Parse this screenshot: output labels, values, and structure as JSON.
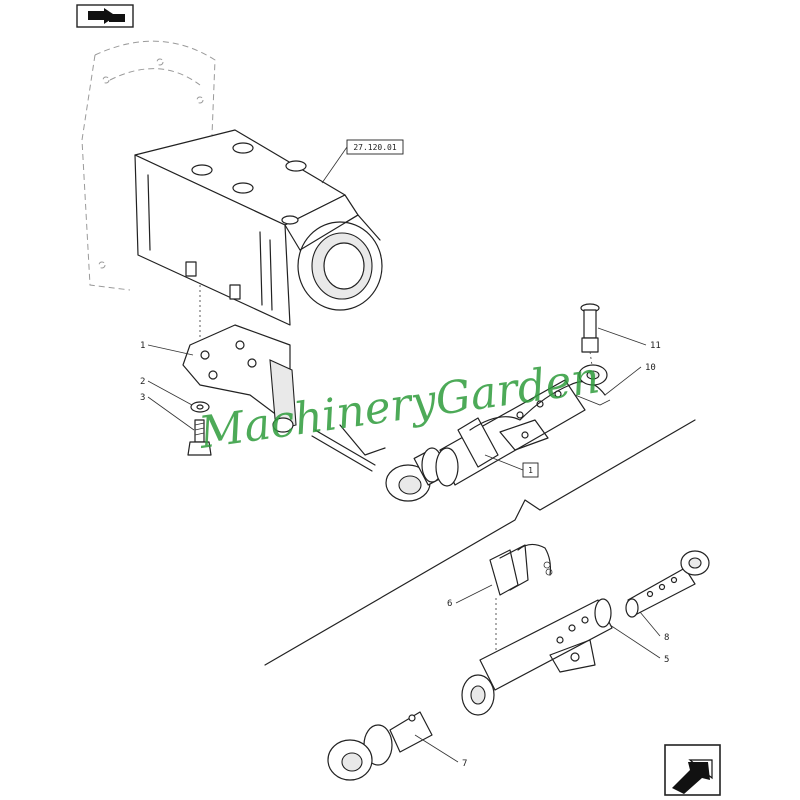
{
  "watermark": "MachineryGarden",
  "reference_box": "27.120.01",
  "assembly_box": "1",
  "callouts": [
    "1",
    "2",
    "3",
    "11",
    "10",
    "6",
    "8",
    "5",
    "7"
  ],
  "icons": {
    "top_left": "book-arrow-icon",
    "bottom_right": "next-page-arrow-icon"
  }
}
